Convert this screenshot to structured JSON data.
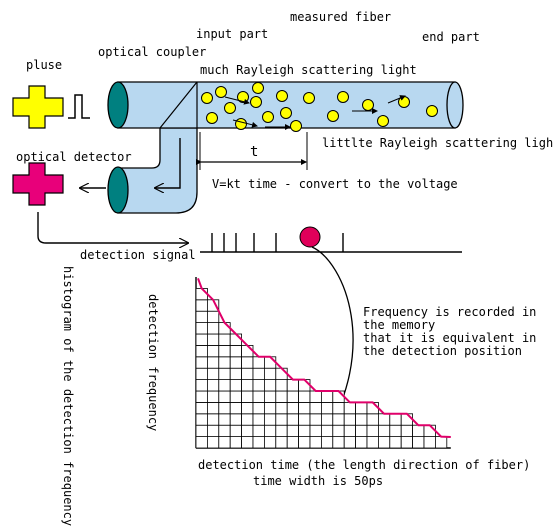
{
  "labels": {
    "measured_fiber": "measured fiber",
    "input_part": "input part",
    "end_part": "end part",
    "optical_coupler": "optical coupler",
    "pulse": "pluse",
    "much_rayleigh": "much Rayleigh scattering light",
    "optical_detector": "optical detector",
    "t": "t",
    "little_rayleigh": "littlte Rayleigh scattering light",
    "conversion": "V=kt time - convert to the voltage",
    "detection_signal": "detection signal",
    "detection_frequency": "detection frequency",
    "histogram_label": "histogram of the detection frequency",
    "frequency_note": [
      "Frequency is recorded in",
      "the memory",
      "that it is equivalent in",
      "the detection position"
    ],
    "detection_time": "detection time (the length direction of fiber)",
    "time_width": "time width is 50ps"
  },
  "histogram": {
    "bar_heights": [
      14,
      13,
      11,
      10,
      9,
      8,
      8,
      7,
      6,
      6,
      5,
      5,
      5,
      4,
      4,
      4,
      3,
      3,
      3,
      2,
      2,
      1
    ]
  },
  "colors": {
    "fiber_fill": "#b8d8f0",
    "scatter_dot": "#ffff00",
    "pulse_source": "#ffff00",
    "detector": "#e8007a",
    "detected_pulse": "#e0005a",
    "decay_curve": "#e0006a",
    "port_end": "#008080"
  },
  "icons": {
    "source": "plus-shaped light source",
    "detector": "plus-shaped optical detector"
  }
}
